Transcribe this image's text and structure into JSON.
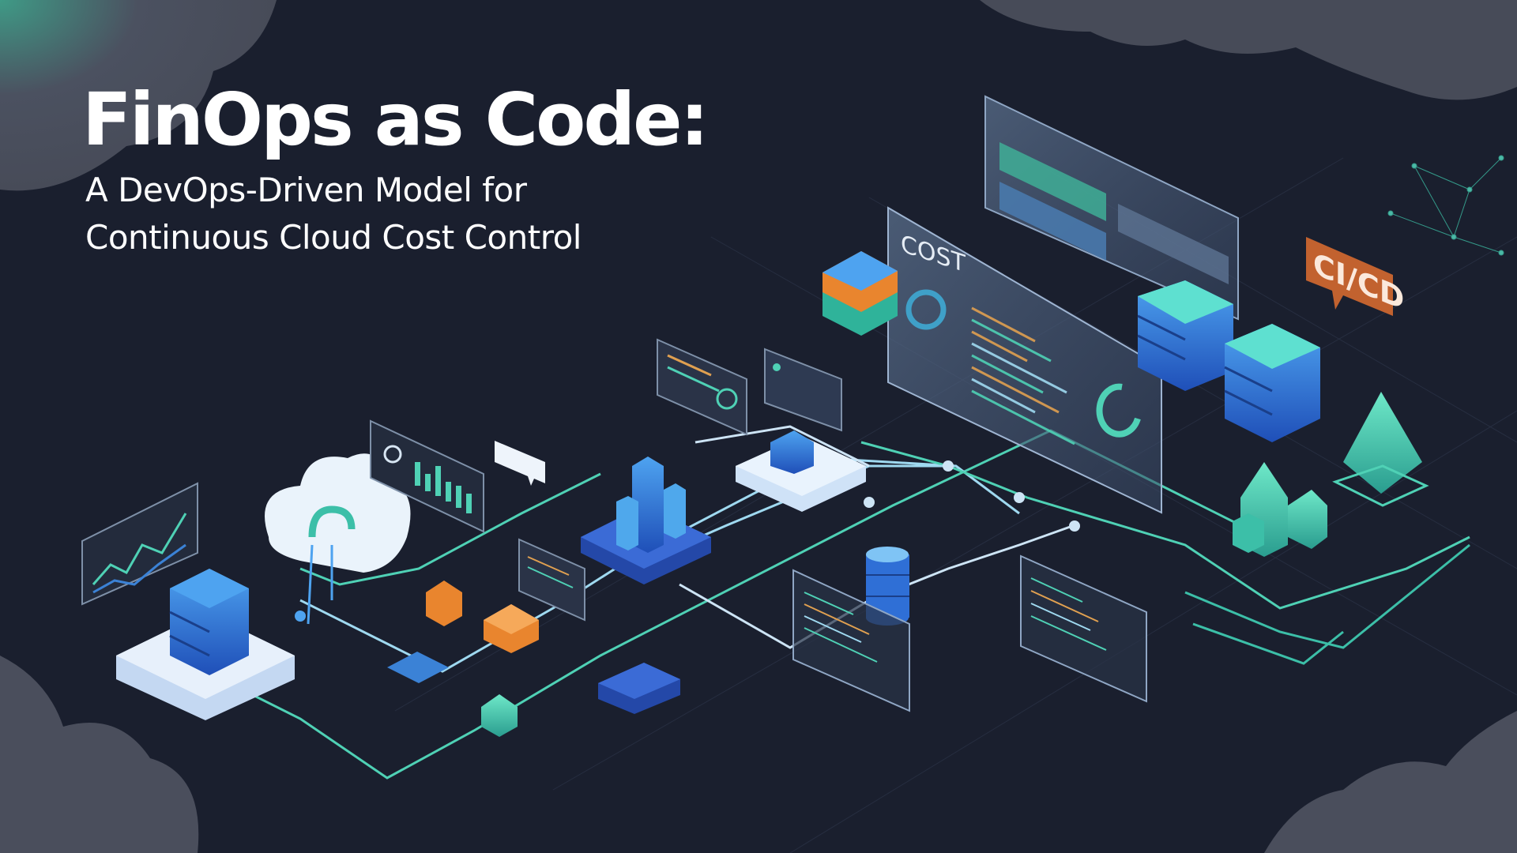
{
  "header": {
    "title": "FinOps as Code:",
    "subtitle_line1": "A DevOps-Driven Model for",
    "subtitle_line2": "Continuous Cloud Cost Control"
  },
  "illustration": {
    "cost_panel_label": "COST",
    "pipeline_badge_label": "CI/CD"
  },
  "colors": {
    "background": "#1a1f2e",
    "teal": "#4fd1b5",
    "blue": "#2f6fd6",
    "orange": "#e9852e",
    "cicd_badge": "#c2622f",
    "cloud_corners": "#4a4e5c"
  }
}
